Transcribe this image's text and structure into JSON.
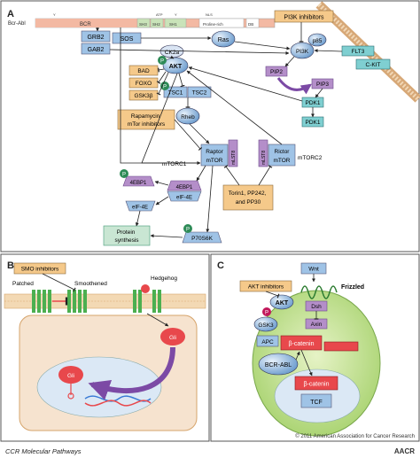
{
  "panel_a": {
    "letter": "A",
    "bcr_abl": "Bcr-Abl",
    "domains": [
      "BCR",
      "SH3",
      "SH2",
      "SH1",
      "Proline-rich",
      "DB"
    ],
    "site_labels": [
      "Y",
      "ATP",
      "Y",
      "NLS"
    ],
    "adaptors": [
      "GRB2",
      "SOS",
      "GAB2"
    ],
    "ras": "Ras",
    "ck2a": "CK2a",
    "akt": "AKT",
    "akt_targets": [
      "BAD",
      "FOXO",
      "GSK3β"
    ],
    "tsc": [
      "TSC1",
      "TSC2"
    ],
    "rheb": "Rheb",
    "rapamycin": "Rapamycin\nmTor inhibitors",
    "pi3k_inhibitors": "PI3K inhibitors",
    "p85": "p85",
    "pi3k": "PI3K",
    "flt3": "FLT3",
    "ckit": "C-KIT",
    "pip2": "PIP2",
    "pip3": "PIP3",
    "pdk1": "PDK1",
    "raptor": [
      "Raptor",
      "mTOR"
    ],
    "rictor": [
      "Rictor",
      "mTOR"
    ],
    "mlst8": "mLST8",
    "mtorc1": "mTORC1",
    "mtorc2": "mTORC2",
    "ebp1": "4EBP1",
    "eif4e": "eIF-4E",
    "torin": "Torin1, PP242,\nand PP30",
    "protein_synthesis": "Protein\nsynthesis",
    "p70s6k": "P70S6K",
    "p": "P"
  },
  "panel_b": {
    "letter": "B",
    "smo_inhibitors": "SMO inhibitors",
    "patched": "Patched",
    "smoothened": "Smoothened",
    "hedgehog": "Hedgehog",
    "gli": "Gli"
  },
  "panel_c": {
    "letter": "C",
    "wnt": "Wnt",
    "frizzled": "Frizzled",
    "akt_inhibitors": "AKT inhibitors",
    "akt": "AKT",
    "dsh": "Dsh",
    "gsk3": "GSK3",
    "axin": "Axin",
    "apc": "APC",
    "bcatenin": "β-catenin",
    "bcr_abl": "BCR-ABL",
    "tcf": "TCF"
  },
  "footer": {
    "copyright": "© 2011 American Association for Cancer Research",
    "journal": "CCR Molecular Pathways",
    "logo": "AACR"
  },
  "colors": {
    "orange_box": "#f5c98a",
    "blue_box": "#9fc3e6",
    "purple": "#b48ec9",
    "green": "#4caf50",
    "teal": "#7fcfd1",
    "pink": "#e8484c",
    "cell_light": "#f6e3cf"
  }
}
